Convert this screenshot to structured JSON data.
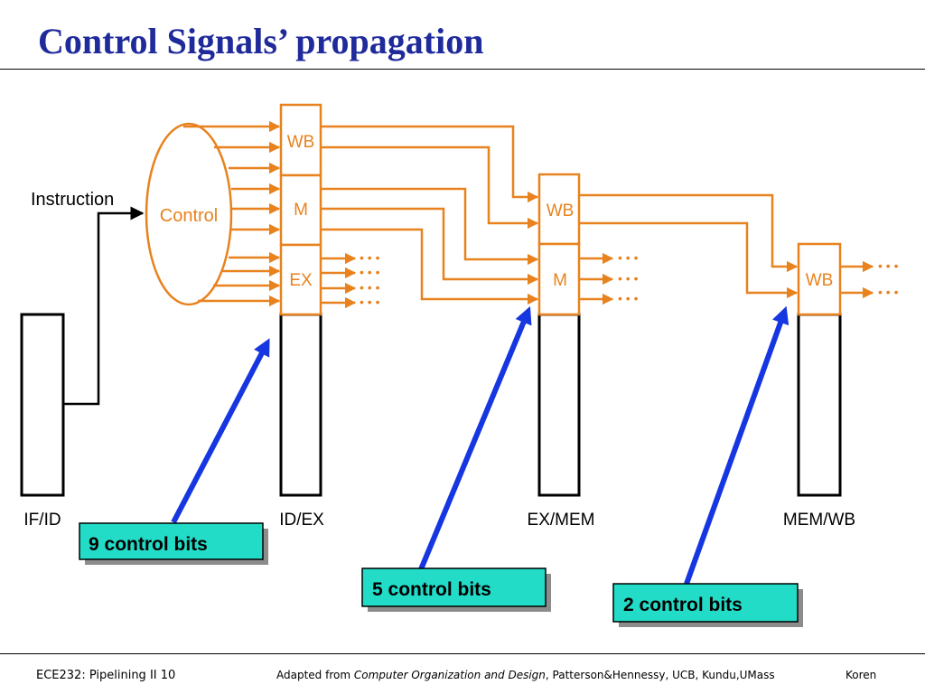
{
  "slide": {
    "title": "Control Signals’ propagation"
  },
  "diagram": {
    "instruction_label": "Instruction",
    "control_label": "Control",
    "registers": {
      "if_id": "IF/ID",
      "id_ex": "ID/EX",
      "ex_mem": "EX/MEM",
      "mem_wb": "MEM/WB"
    },
    "fields": {
      "wb": "WB",
      "m": "M",
      "ex": "EX"
    },
    "ellipsis": "• • •",
    "callouts": {
      "nine": "9 control bits",
      "five": "5 control bits",
      "two": "2 control bits"
    },
    "colors": {
      "signal": "#e8821e",
      "arrow": "#1536e0",
      "callout_fill": "#22dcc8",
      "title": "#1f2a9b"
    }
  },
  "footer": {
    "course": "ECE232: Pipelining II 10",
    "adapted_prefix": "Adapted from ",
    "book": "Computer Organization and Design",
    "adapted_suffix": ", Patterson&Hennessy, UCB, Kundu,UMass",
    "author": "Koren"
  }
}
